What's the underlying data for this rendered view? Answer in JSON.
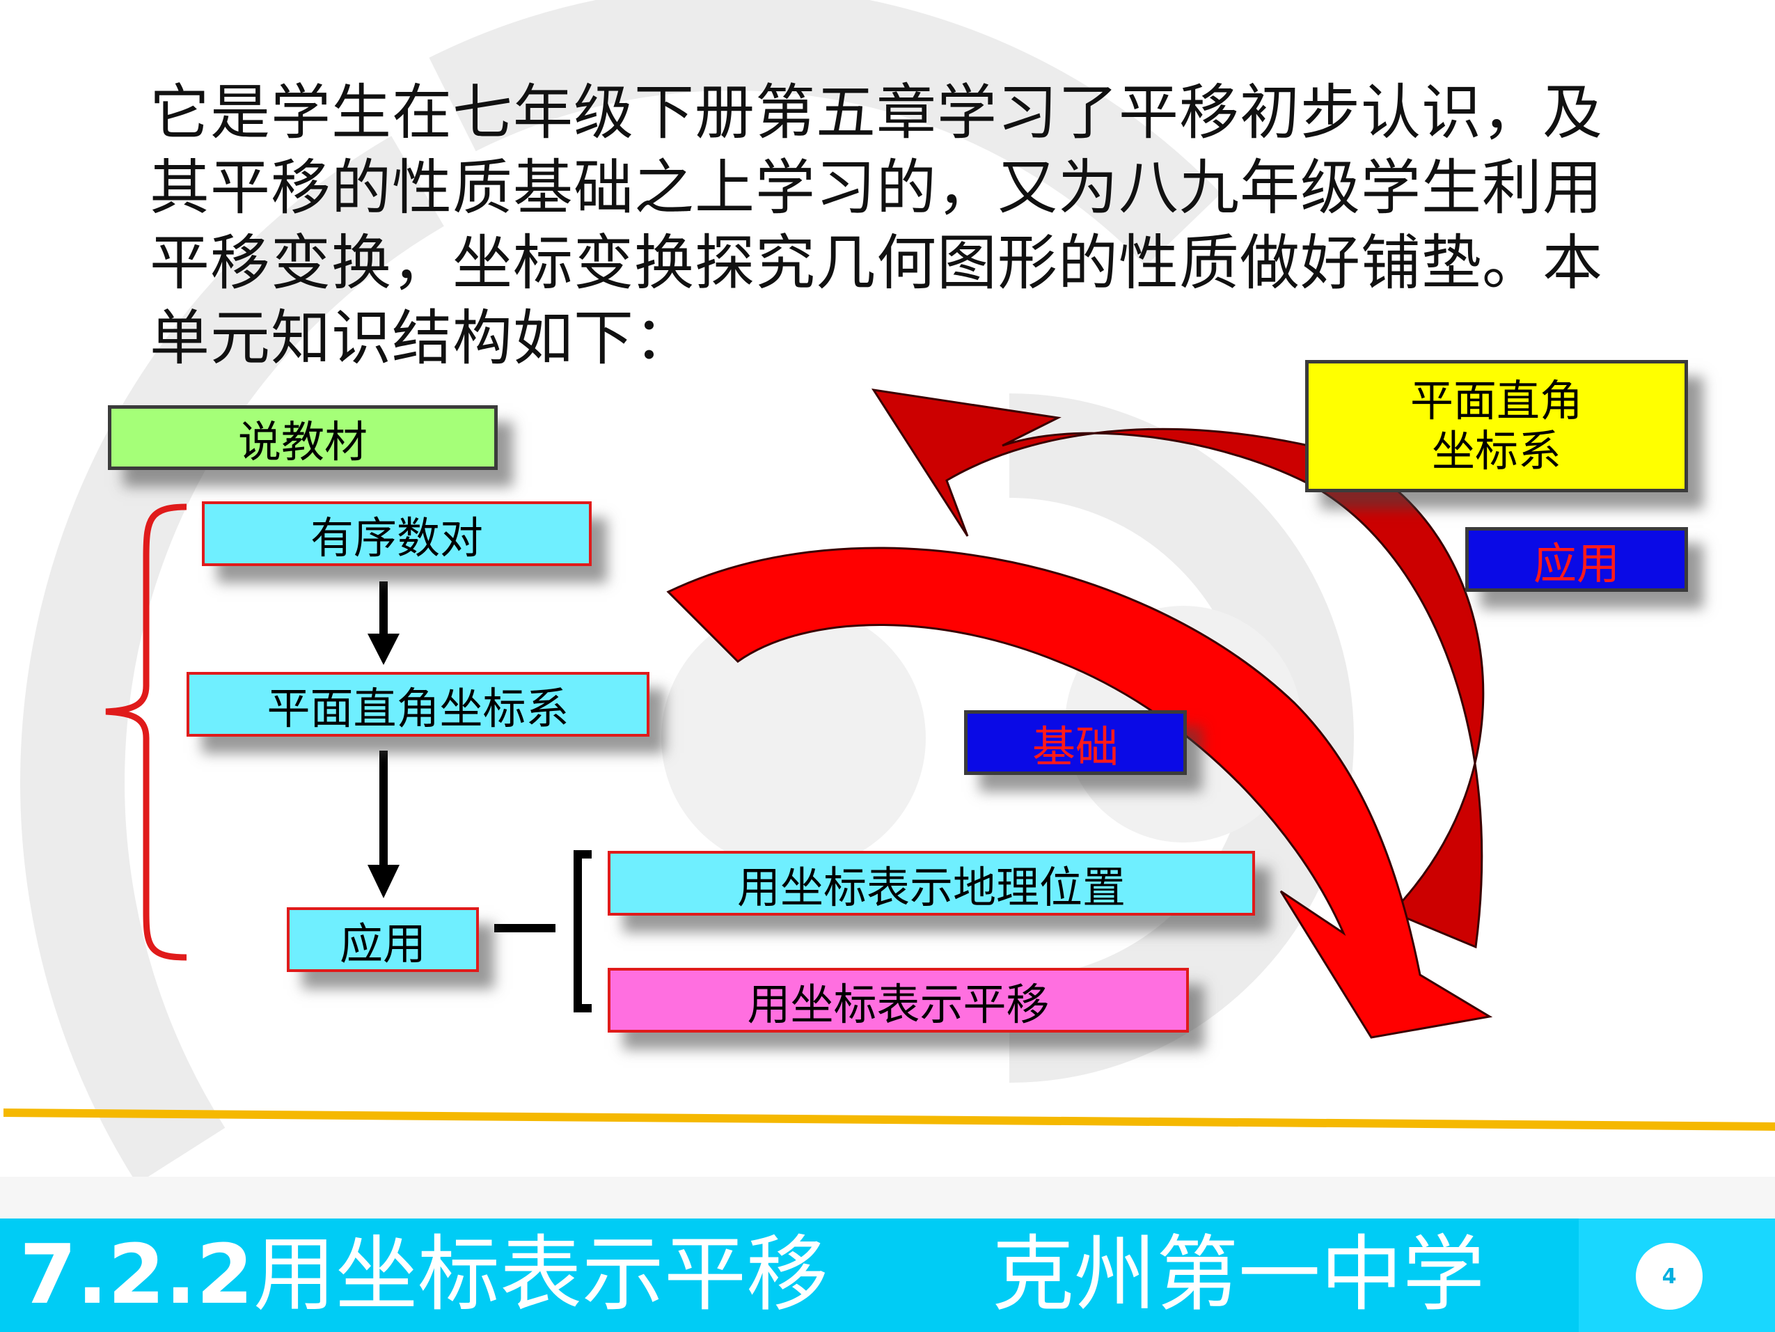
{
  "intro_text": "它是学生在七年级下册第五章学习了平移初步认识，及其平移的性质基础之上学习的，又为八九年级学生利用平移变换，坐标变换探究几何图形的性质做好铺垫。本单元知识结构如下：",
  "diagram": {
    "textbook_label": "说教材",
    "ordered_pair": "有序数对",
    "coordinate_system": "平面直角坐标系",
    "application": "应用",
    "geo_location": "用坐标表示地理位置",
    "translation": "用坐标表示平移",
    "top_coordinate_system": "平面直角\n坐标系",
    "label_application": "应用",
    "label_foundation": "基础"
  },
  "colors": {
    "cyan_box": "#6fefff",
    "pink_box": "#ff6fe0",
    "green_box": "#a5ff78",
    "yellow_box": "#ffff00",
    "blue_box": "#0a0ae6",
    "red_arrow": "#ff0000",
    "footer": "#00ccf5",
    "divider": "#f5b800"
  },
  "footer": {
    "title_number": "7.2.2",
    "title_text": "用坐标表示平移",
    "school": "克州第一中学",
    "page_number": "4"
  }
}
